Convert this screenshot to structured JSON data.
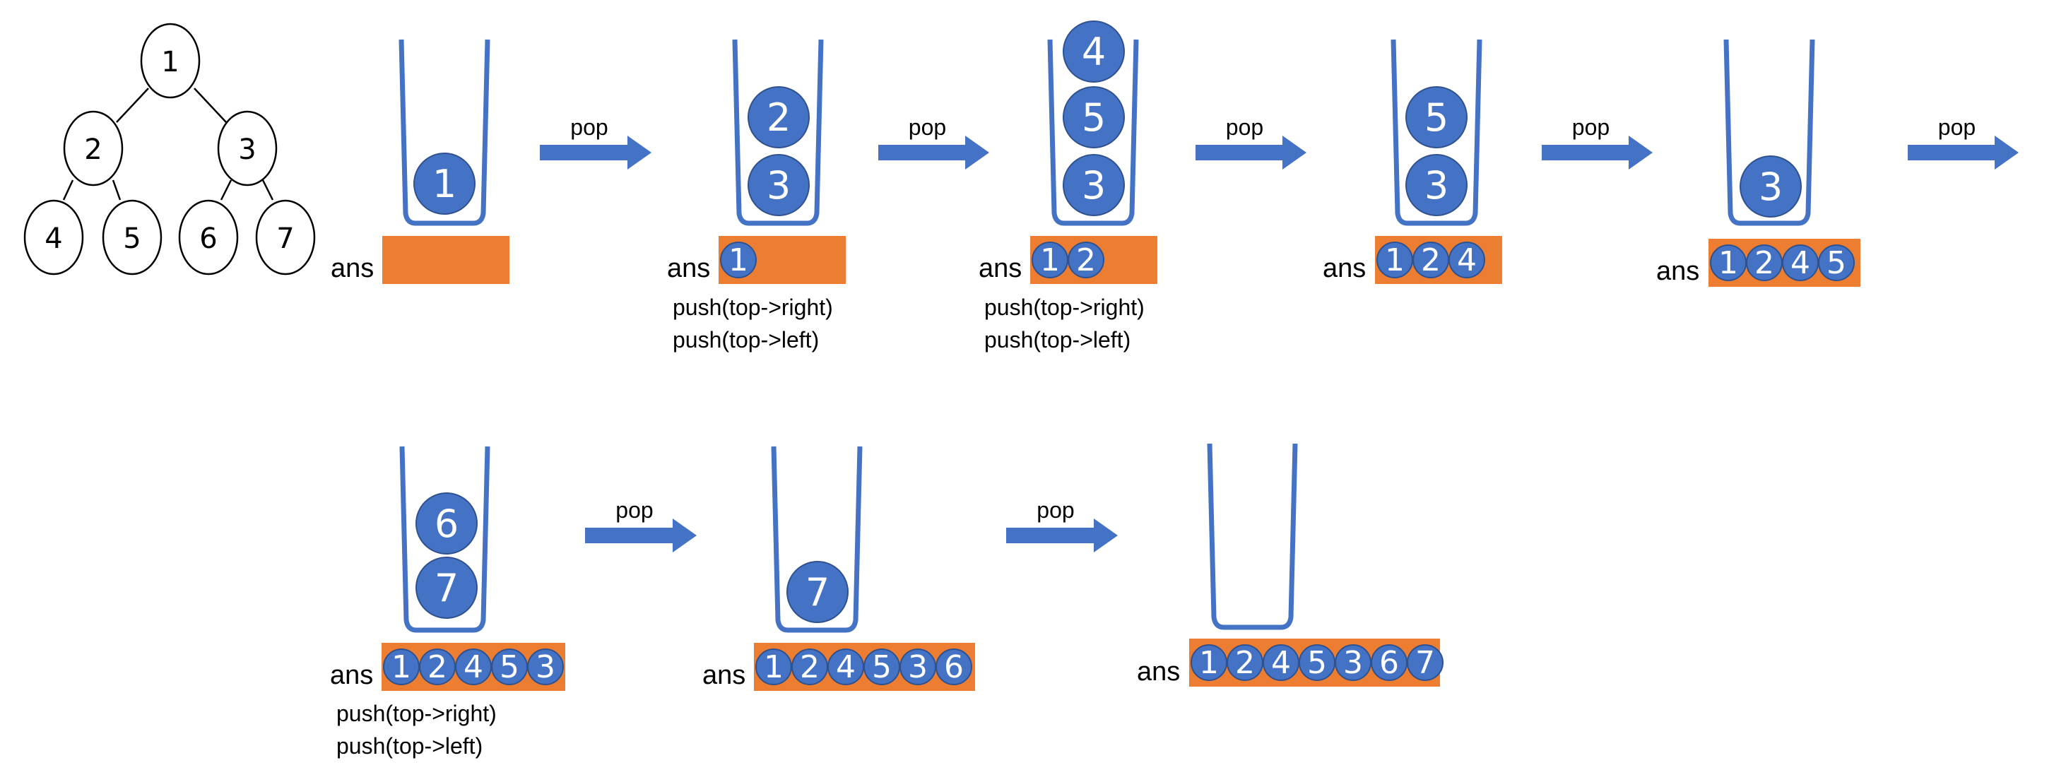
{
  "labels": {
    "pop": "pop",
    "ans": "ans",
    "push_right": "push(top->right)",
    "push_left": "push(top->left)"
  },
  "colors": {
    "stack_outline": "#4472C4",
    "ball_fill": "#4472C4",
    "ball_text": "#FFFFFF",
    "ans_bar": "#ED7D31",
    "arrow": "#4472C4",
    "tree_stroke": "#000000"
  },
  "tree": {
    "nodes": [
      "1",
      "2",
      "3",
      "4",
      "5",
      "6",
      "7"
    ],
    "edges": [
      [
        "1",
        "2"
      ],
      [
        "1",
        "3"
      ],
      [
        "2",
        "4"
      ],
      [
        "2",
        "5"
      ],
      [
        "3",
        "6"
      ],
      [
        "3",
        "7"
      ]
    ]
  },
  "steps": [
    {
      "stack": [
        "1"
      ],
      "ans": [],
      "push_notes": false
    },
    {
      "stack": [
        "2",
        "3"
      ],
      "ans": [
        "1"
      ],
      "push_notes": true
    },
    {
      "stack": [
        "4",
        "5",
        "3"
      ],
      "ans": [
        "1",
        "2"
      ],
      "push_notes": true
    },
    {
      "stack": [
        "5",
        "3"
      ],
      "ans": [
        "1",
        "2",
        "4"
      ],
      "push_notes": false
    },
    {
      "stack": [
        "3"
      ],
      "ans": [
        "1",
        "2",
        "4",
        "5"
      ],
      "push_notes": false
    },
    {
      "stack": [
        "6",
        "7"
      ],
      "ans": [
        "1",
        "2",
        "4",
        "5",
        "3"
      ],
      "push_notes": true
    },
    {
      "stack": [
        "7"
      ],
      "ans": [
        "1",
        "2",
        "4",
        "5",
        "3",
        "6"
      ],
      "push_notes": false
    },
    {
      "stack": [],
      "ans": [
        "1",
        "2",
        "4",
        "5",
        "3",
        "6",
        "7"
      ],
      "push_notes": false
    }
  ]
}
